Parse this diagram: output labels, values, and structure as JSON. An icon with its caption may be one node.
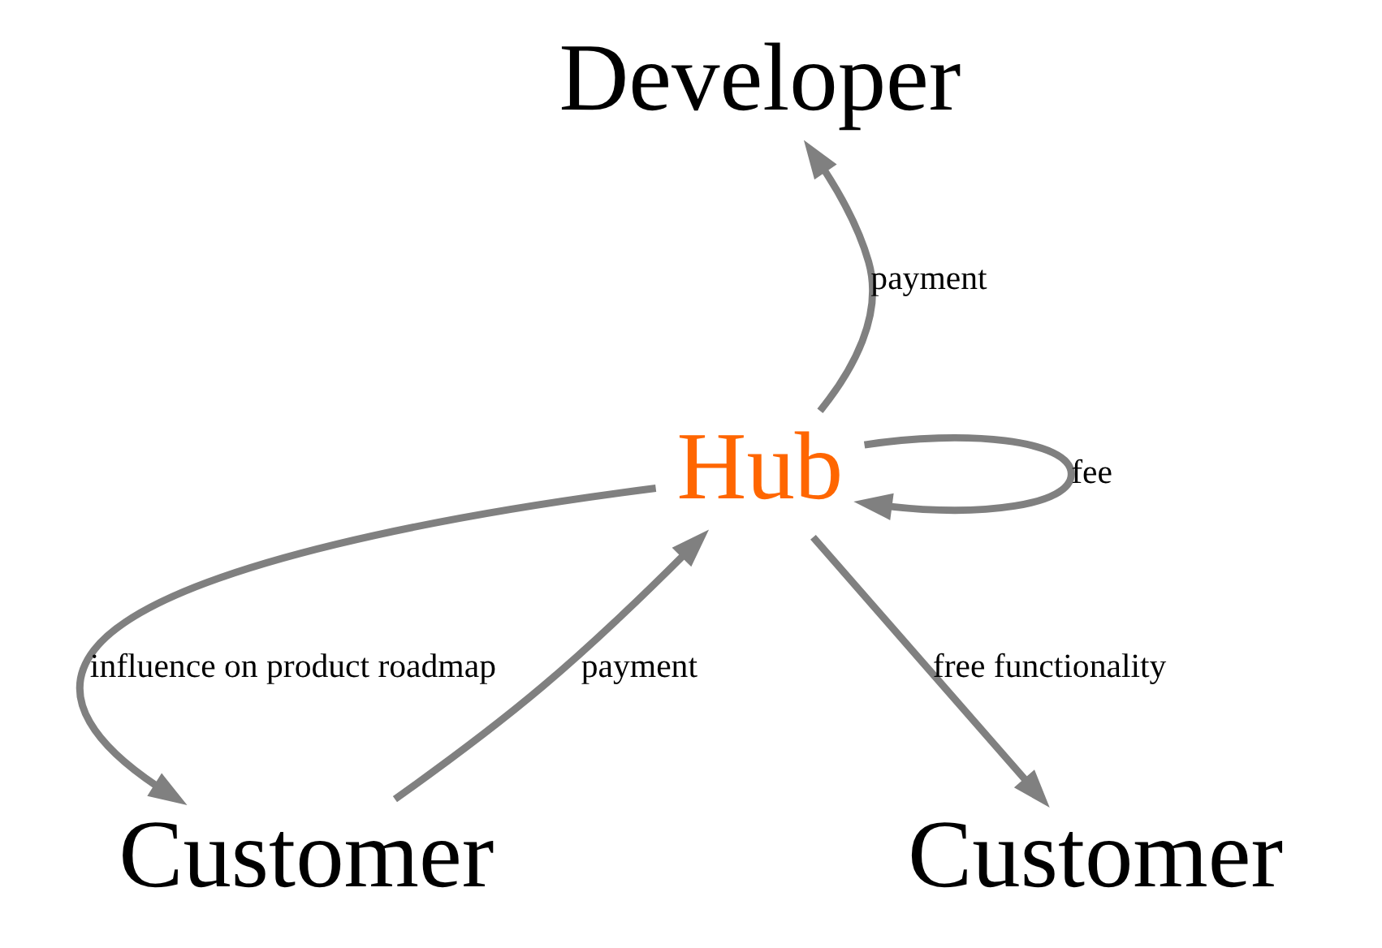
{
  "diagram": {
    "nodes": [
      {
        "text": [
          "Developer"
        ]
      },
      {
        "text": [
          "Hub"
        ]
      },
      {
        "text": [
          "Customer"
        ]
      },
      {
        "text": [
          "Customer"
        ]
      }
    ],
    "edges": [
      {
        "from": 1,
        "to": 0,
        "arrow": "to",
        "label": "payment"
      },
      {
        "from": 1,
        "to": 1,
        "arrow": "to",
        "label": "fee"
      },
      {
        "from": 2,
        "to": 1,
        "arrow": "to",
        "label": "payment"
      },
      {
        "from": 1,
        "to": 2,
        "arrow": "to",
        "label": "influence on product roadmap"
      },
      {
        "from": 1,
        "to": 3,
        "arrow": "to",
        "label": "free functionality"
      }
    ]
  }
}
